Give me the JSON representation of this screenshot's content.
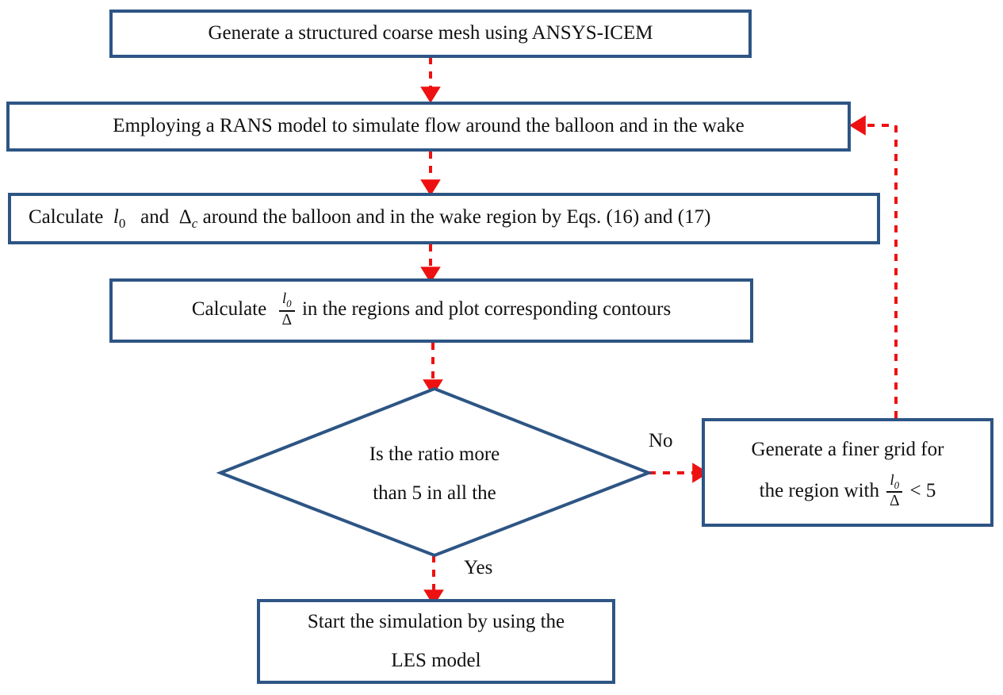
{
  "diagram": {
    "title": "Mesh refinement workflow flowchart",
    "colors": {
      "box_border": "#2d5584",
      "arrow": "#ee1111",
      "text": "#111111",
      "background": "#ffffff"
    },
    "nodes": {
      "generate_mesh": {
        "label": "Generate a structured coarse mesh using ANSYS-ICEM",
        "shape": "rectangle"
      },
      "rans_model": {
        "label": "Employing a RANS model to simulate flow around the balloon and in the wake",
        "shape": "rectangle"
      },
      "calc_l0_delta": {
        "prefix": "Calculate",
        "var1": "l",
        "var1_sub": "0",
        "mid": "and",
        "var2": "Δ",
        "var2_sub": "c",
        "suffix": "around the balloon and in the wake region by Eqs. (16) and (17)",
        "shape": "rectangle",
        "plain": "Calculate l0 and Δc around the balloon and in the wake region by Eqs. (16) and (17)"
      },
      "calc_ratio": {
        "prefix": "Calculate",
        "frac_num": "l",
        "frac_num_sub": "0",
        "frac_den": "Δ",
        "suffix": "in the regions and plot corresponding contours",
        "shape": "rectangle",
        "plain": "Calculate l0/Δ in the regions and plot corresponding contours"
      },
      "decision": {
        "line1": "Is  the  ratio  more",
        "line2": "than  5  in  all  the",
        "shape": "diamond",
        "plain": "Is the ratio more than 5 in all the"
      },
      "finer_grid": {
        "line1": "Generate a finer grid for",
        "line2_prefix": "the region with",
        "frac_num": "l",
        "frac_num_sub": "0",
        "frac_den": "Δ",
        "line2_suffix": "< 5",
        "shape": "rectangle",
        "plain": "Generate a finer grid for the region with l0/Δ < 5"
      },
      "start_les": {
        "line1": "Start the simulation by using the",
        "line2": "LES model",
        "shape": "rectangle",
        "plain": "Start the simulation by using the LES model"
      }
    },
    "edge_labels": {
      "no": "No",
      "yes": "Yes"
    }
  }
}
